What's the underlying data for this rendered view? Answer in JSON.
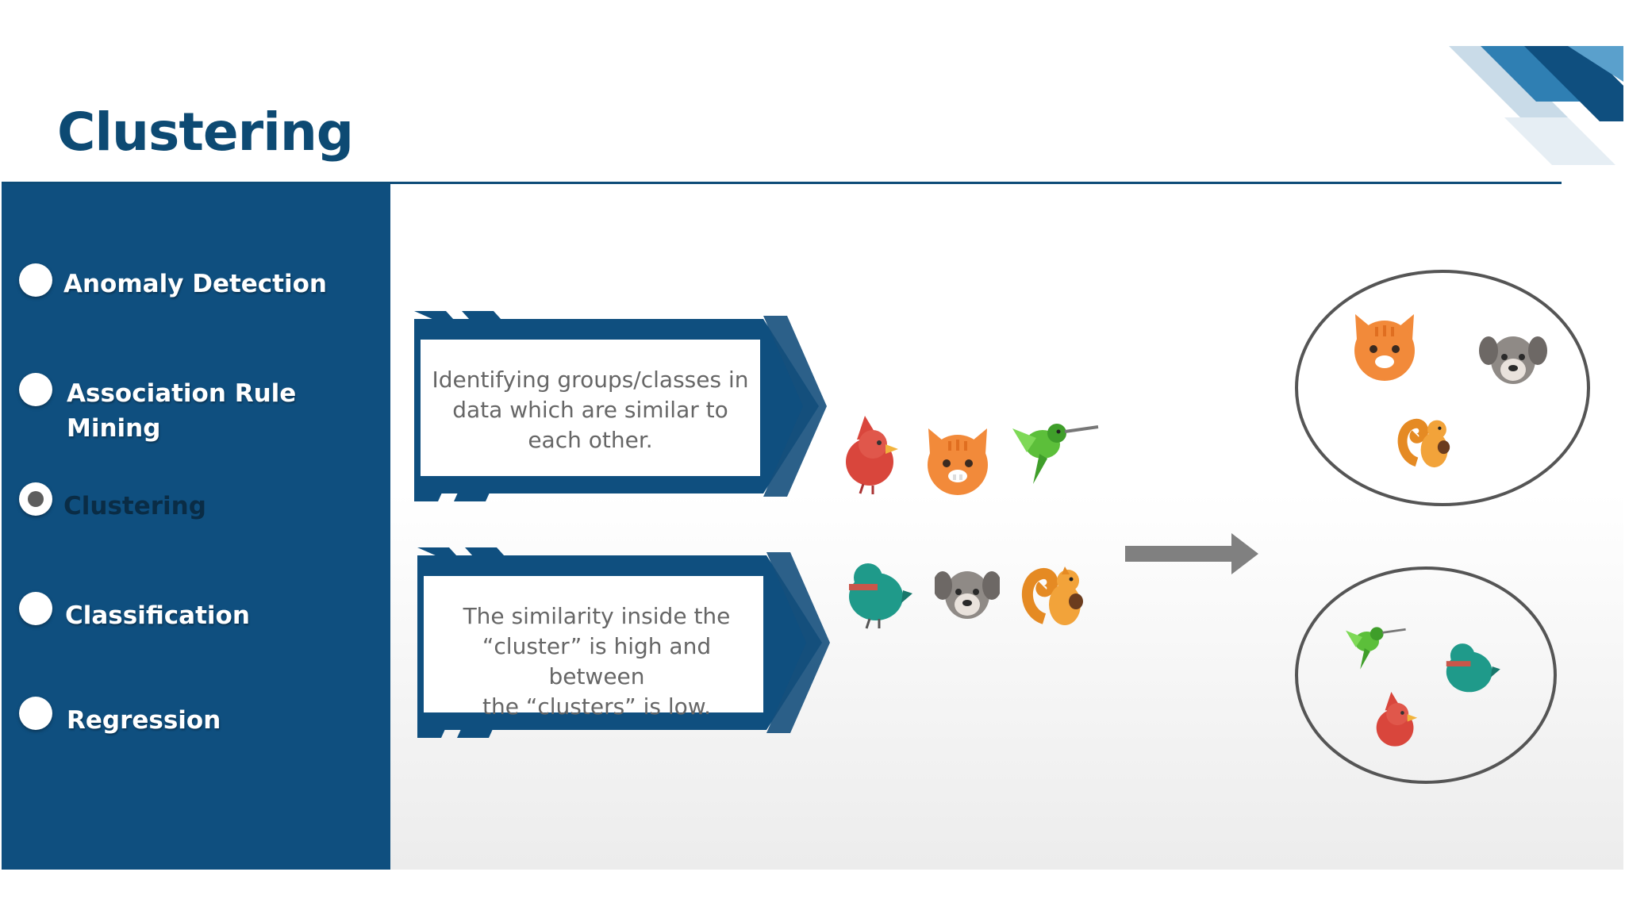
{
  "slide": {
    "title": "Clustering",
    "sidebar": {
      "items": [
        {
          "label": "Anomaly Detection",
          "active": false
        },
        {
          "label": "Association Rule",
          "label2": "Mining",
          "active": false
        },
        {
          "label": "Clustering",
          "active": true
        },
        {
          "label": "Classification",
          "active": false
        },
        {
          "label": "Regression",
          "active": false
        }
      ]
    },
    "banners": {
      "first": {
        "line1": "Identifying groups/classes in",
        "line2": "data which are similar to",
        "line3": "each other."
      },
      "second": {
        "line1": "The similarity inside the",
        "line2": "“cluster” is high and between",
        "line3": "the “clusters” is low."
      }
    },
    "icons": {
      "unsorted": [
        "cardinal-icon",
        "cat-icon",
        "hummingbird-icon",
        "teal-bird-icon",
        "dog-icon",
        "squirrel-icon"
      ],
      "cluster_mammals": [
        "cat-icon",
        "dog-icon",
        "squirrel-icon"
      ],
      "cluster_birds": [
        "hummingbird-icon",
        "teal-bird-icon",
        "cardinal-icon"
      ]
    },
    "colors": {
      "primary_blue": "#0f4f7f",
      "title_blue": "#0d4a73",
      "text_gray": "#666666",
      "arrow_gray": "#808080"
    }
  }
}
